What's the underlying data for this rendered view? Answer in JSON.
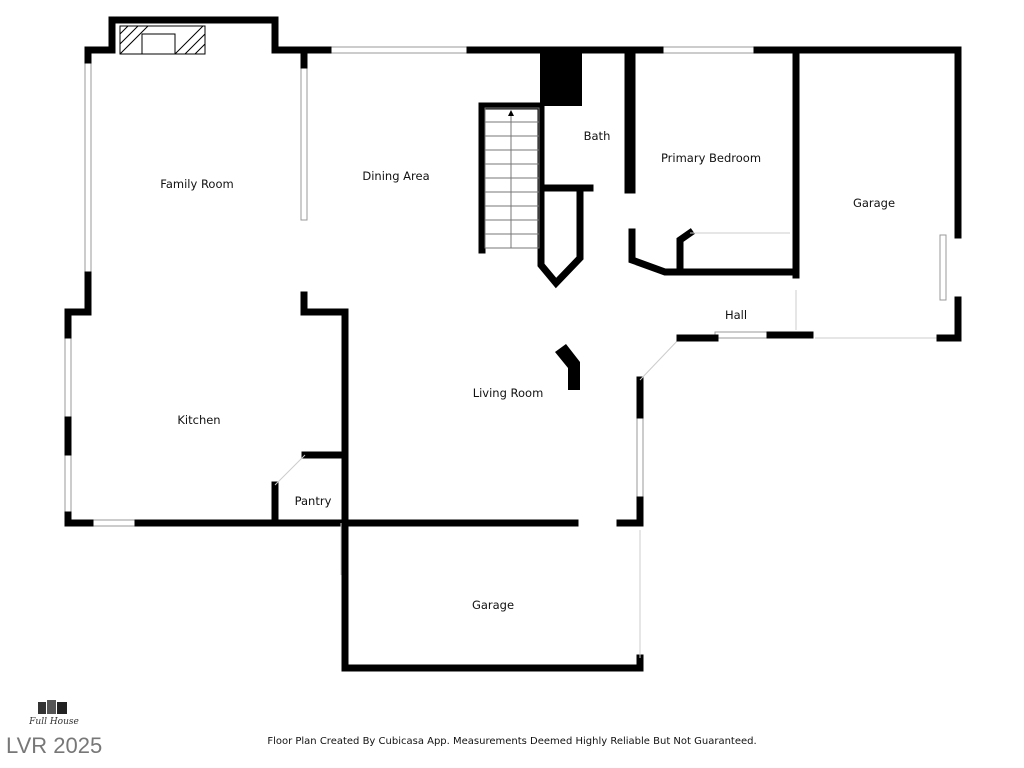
{
  "rooms": {
    "family_room": "Family Room",
    "dining_area": "Dining Area",
    "bath": "Bath",
    "primary_bedroom": "Primary Bedroom",
    "garage_right": "Garage",
    "hall": "Hall",
    "living_room": "Living Room",
    "kitchen": "Kitchen",
    "pantry": "Pantry",
    "garage_bottom": "Garage"
  },
  "logo_text": "Full House",
  "brand": "LVR 2025",
  "disclaimer": "Floor Plan Created By Cubicasa App. Measurements Deemed Highly Reliable But Not Guaranteed."
}
